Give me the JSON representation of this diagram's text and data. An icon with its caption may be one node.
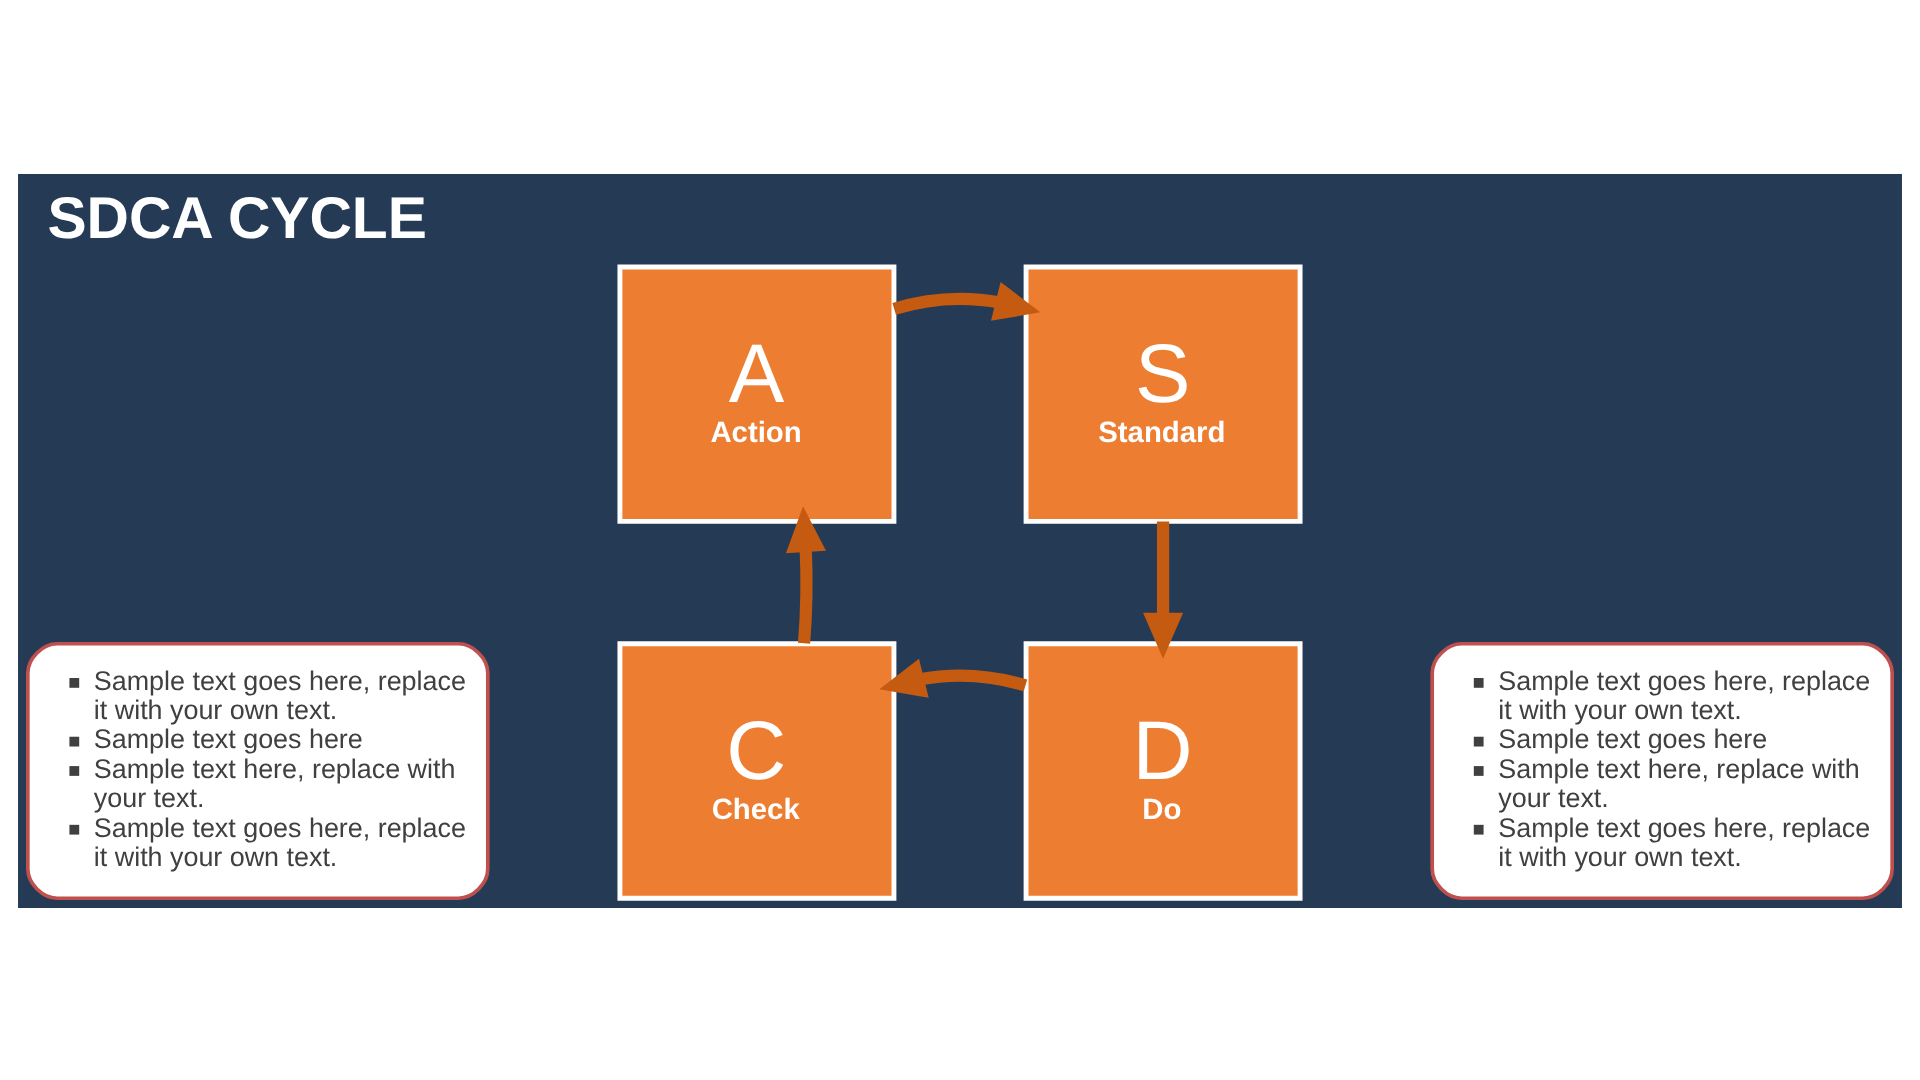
{
  "diagram": {
    "title": "SDCA CYCLE",
    "nodes": [
      {
        "text": [
          "A",
          "Action"
        ]
      },
      {
        "text": [
          "S",
          "Standard"
        ]
      },
      {
        "text": [
          "C",
          "Check"
        ]
      },
      {
        "text": [
          "D",
          "Do"
        ]
      },
      {
        "text": [
          "Sample text goes here, replace it with your own text.",
          "Sample text goes here",
          "Sample text here, replace with your text.",
          "Sample text goes here, replace it with your own text."
        ]
      },
      {
        "text": [
          "Sample text goes here, replace it with your own text.",
          "Sample text goes here",
          "Sample text here, replace with your text.",
          "Sample text goes here, replace it with your own text."
        ]
      }
    ],
    "edges": [
      {
        "from": 0,
        "to": 1,
        "arrow": "to"
      },
      {
        "from": 1,
        "to": 3,
        "arrow": "to"
      },
      {
        "from": 3,
        "to": 2,
        "arrow": "to"
      },
      {
        "from": 2,
        "to": 0,
        "arrow": "to"
      }
    ]
  }
}
